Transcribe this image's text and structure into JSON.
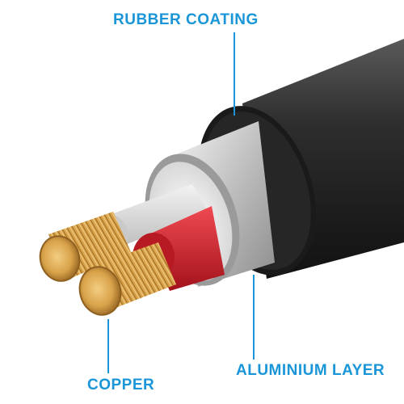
{
  "labels": {
    "rubber_coating": "RUBBER COATING",
    "aluminium_layer": "ALUMINIUM LAYER",
    "copper": "COPPER"
  },
  "colors": {
    "label_text": "#1a96d8",
    "leader_line": "#1a96d8",
    "rubber": "#2b2b2b",
    "aluminium": "#d9d9d9",
    "red_insulation": "#d4232e",
    "copper": "#d9a34a"
  }
}
